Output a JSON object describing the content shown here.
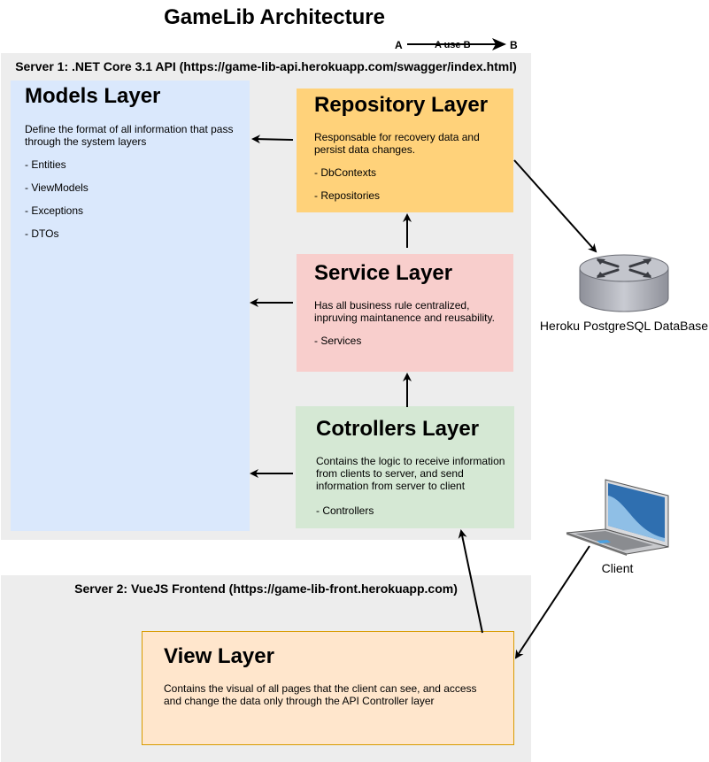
{
  "title": "GameLib Architecture",
  "legend": {
    "a": "A",
    "label": "A use B",
    "b": "B"
  },
  "server1": {
    "title": "Server 1: .NET Core 3.1 API (https://game-lib-api.herokuapp.com/swagger/index.html)"
  },
  "server2": {
    "title": "Server 2: VueJS Frontend (https://game-lib-front.herokuapp.com)"
  },
  "models": {
    "title": "Models Layer",
    "desc": "Define the format of all information  that pass through the system layers",
    "items": [
      "- Entities",
      "- ViewModels",
      "- Exceptions",
      "- DTOs"
    ]
  },
  "repository": {
    "title": "Repository Layer",
    "desc": "Responsable for recovery data and persist data changes.",
    "items": [
      "- DbContexts",
      "- Repositories"
    ]
  },
  "service": {
    "title": "Service Layer",
    "desc": "Has all business rule centralized, inpruving maintanence and reusability.",
    "items": [
      "- Services"
    ]
  },
  "controllers": {
    "title": "Cotrollers Layer",
    "desc": "Contains the logic to receive information from clients to server, and send information from server to client",
    "items": [
      "- Controllers"
    ]
  },
  "view": {
    "title": "View Layer",
    "desc": "Contains the visual of all pages that the client can see, and access and change the data only through the API Controller layer"
  },
  "database": {
    "label": "Heroku PostgreSQL DataBase",
    "icon": "database-router-icon"
  },
  "client": {
    "label": "Client",
    "icon": "laptop-icon"
  },
  "colors": {
    "models": "#dae8fc",
    "repository": "#ffd27a",
    "service": "#f8cecc",
    "controllers": "#d5e8d4",
    "view": "#ffe6cc",
    "view_border": "#d79b00",
    "server_bg": "#ededed"
  }
}
